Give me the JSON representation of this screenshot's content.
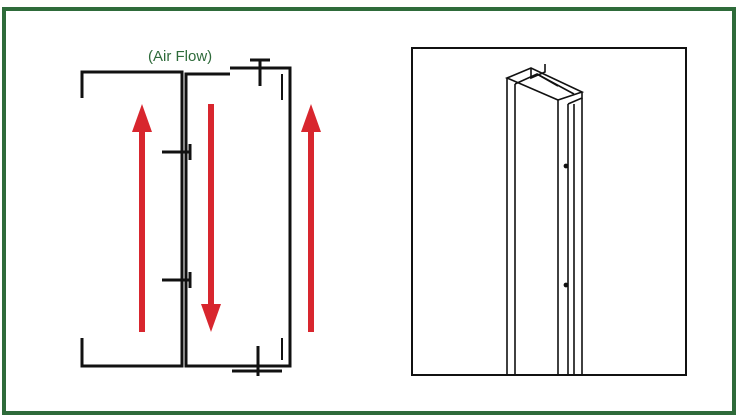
{
  "diagram": {
    "airflow_label": "(Air Flow)",
    "arrow_color": "#d8262e",
    "frame_color": "#2e6b3a",
    "line_color": "#111111",
    "arrows": [
      {
        "name": "left-up-arrow",
        "direction": "up"
      },
      {
        "name": "middle-down-arrow",
        "direction": "down"
      },
      {
        "name": "right-up-arrow",
        "direction": "up"
      }
    ]
  }
}
